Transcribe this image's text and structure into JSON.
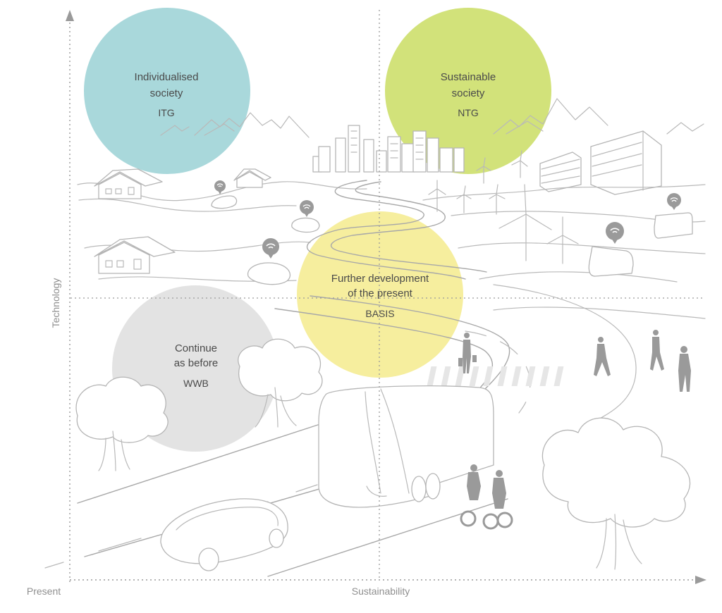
{
  "axes": {
    "y_label": "Technology",
    "x_label": "Sustainability",
    "origin_label": "Present"
  },
  "scenarios": [
    {
      "id": "itg",
      "line1": "Individualised",
      "line2": "society",
      "code": "ITG",
      "color": "#a9d8db"
    },
    {
      "id": "ntg",
      "line1": "Sustainable",
      "line2": "society",
      "code": "NTG",
      "color": "#d2e27a"
    },
    {
      "id": "basis",
      "line1": "Further development",
      "line2": "of the present",
      "code": "BASIS",
      "color": "#f6ee9e"
    },
    {
      "id": "wwb",
      "line1": "Continue",
      "line2": "as before",
      "code": "WWB",
      "color": "#e3e3e3"
    }
  ],
  "colors": {
    "axis": "#9a9a9a",
    "sketch_line": "#b9b9b9",
    "figures": "#9a9a9a"
  },
  "icons": [
    "wifi-pin-icon",
    "wind-turbine-icon",
    "house-icon",
    "car-icon",
    "bus-icon",
    "tree-icon",
    "pedestrian-icon",
    "cyclist-icon"
  ]
}
